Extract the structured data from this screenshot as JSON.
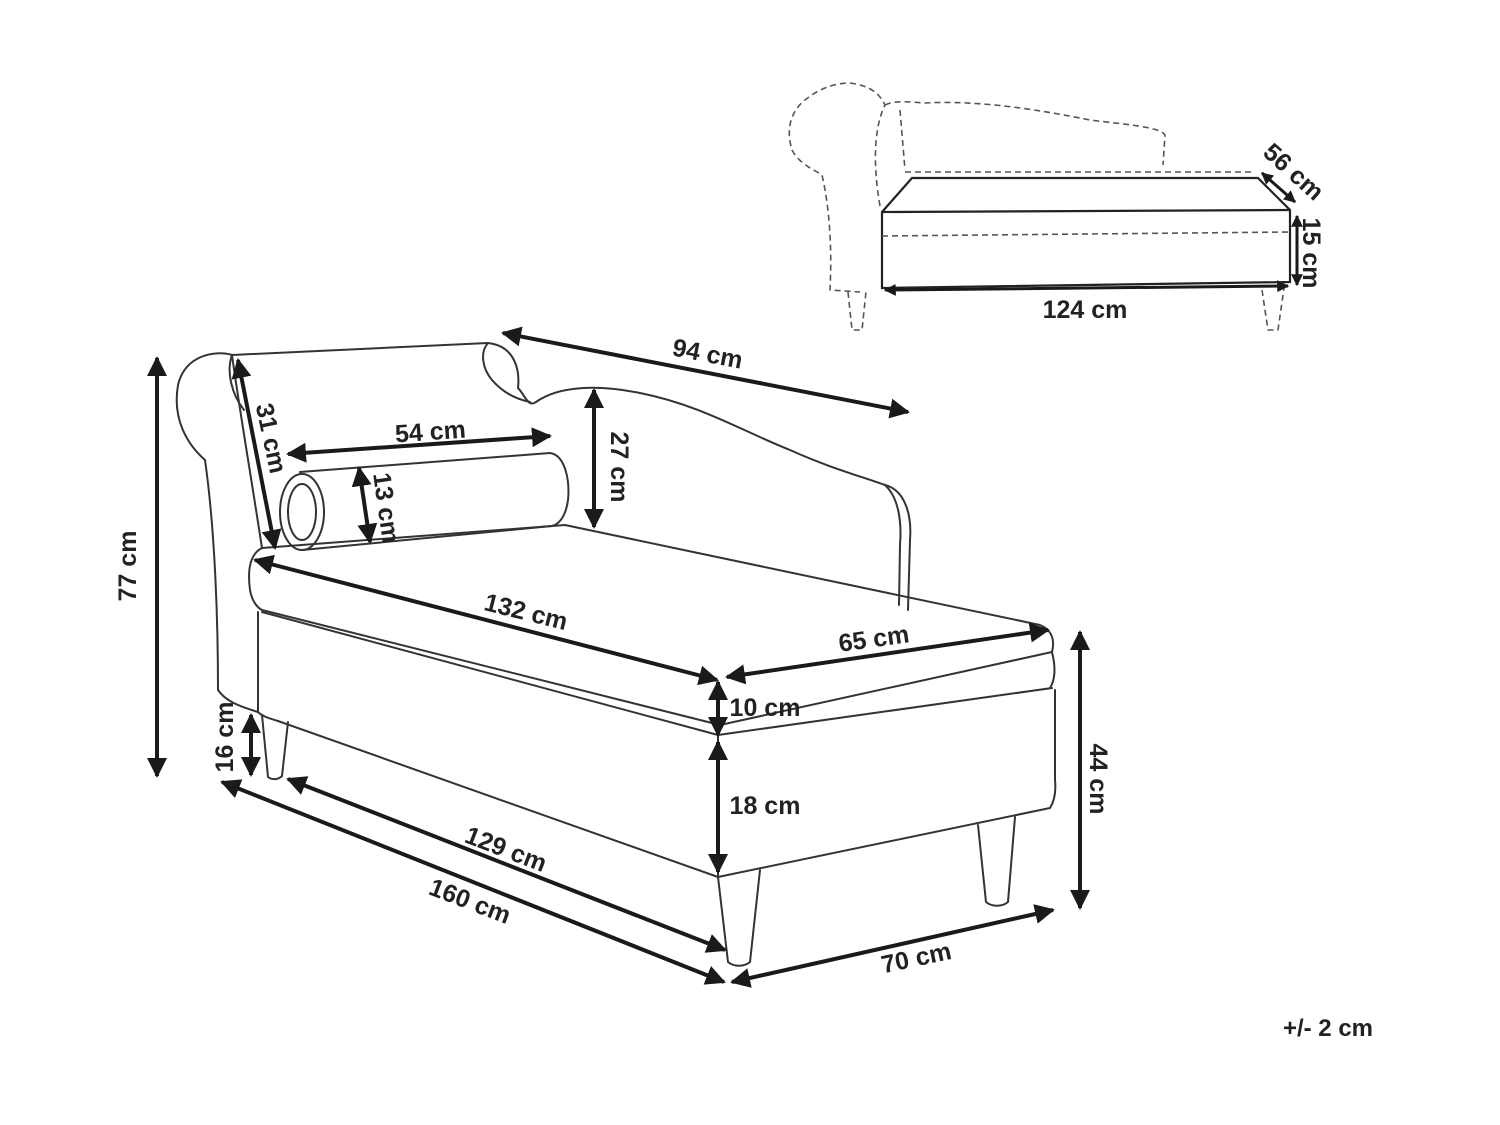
{
  "labels": {
    "d94": "94 cm",
    "d54": "54 cm",
    "d31": "31 cm",
    "d27": "27 cm",
    "d13": "13 cm",
    "d77": "77 cm",
    "d132": "132 cm",
    "d65": "65 cm",
    "d10": "10 cm",
    "d18": "18 cm",
    "d44": "44 cm",
    "d16": "16 cm",
    "d129": "129 cm",
    "d160": "160 cm",
    "d70": "70 cm",
    "d56": "56 cm",
    "d15": "15 cm",
    "d124": "124 cm",
    "tolerance": "+/- 2 cm"
  },
  "colors": {
    "line": "#222222",
    "background": "#ffffff"
  }
}
